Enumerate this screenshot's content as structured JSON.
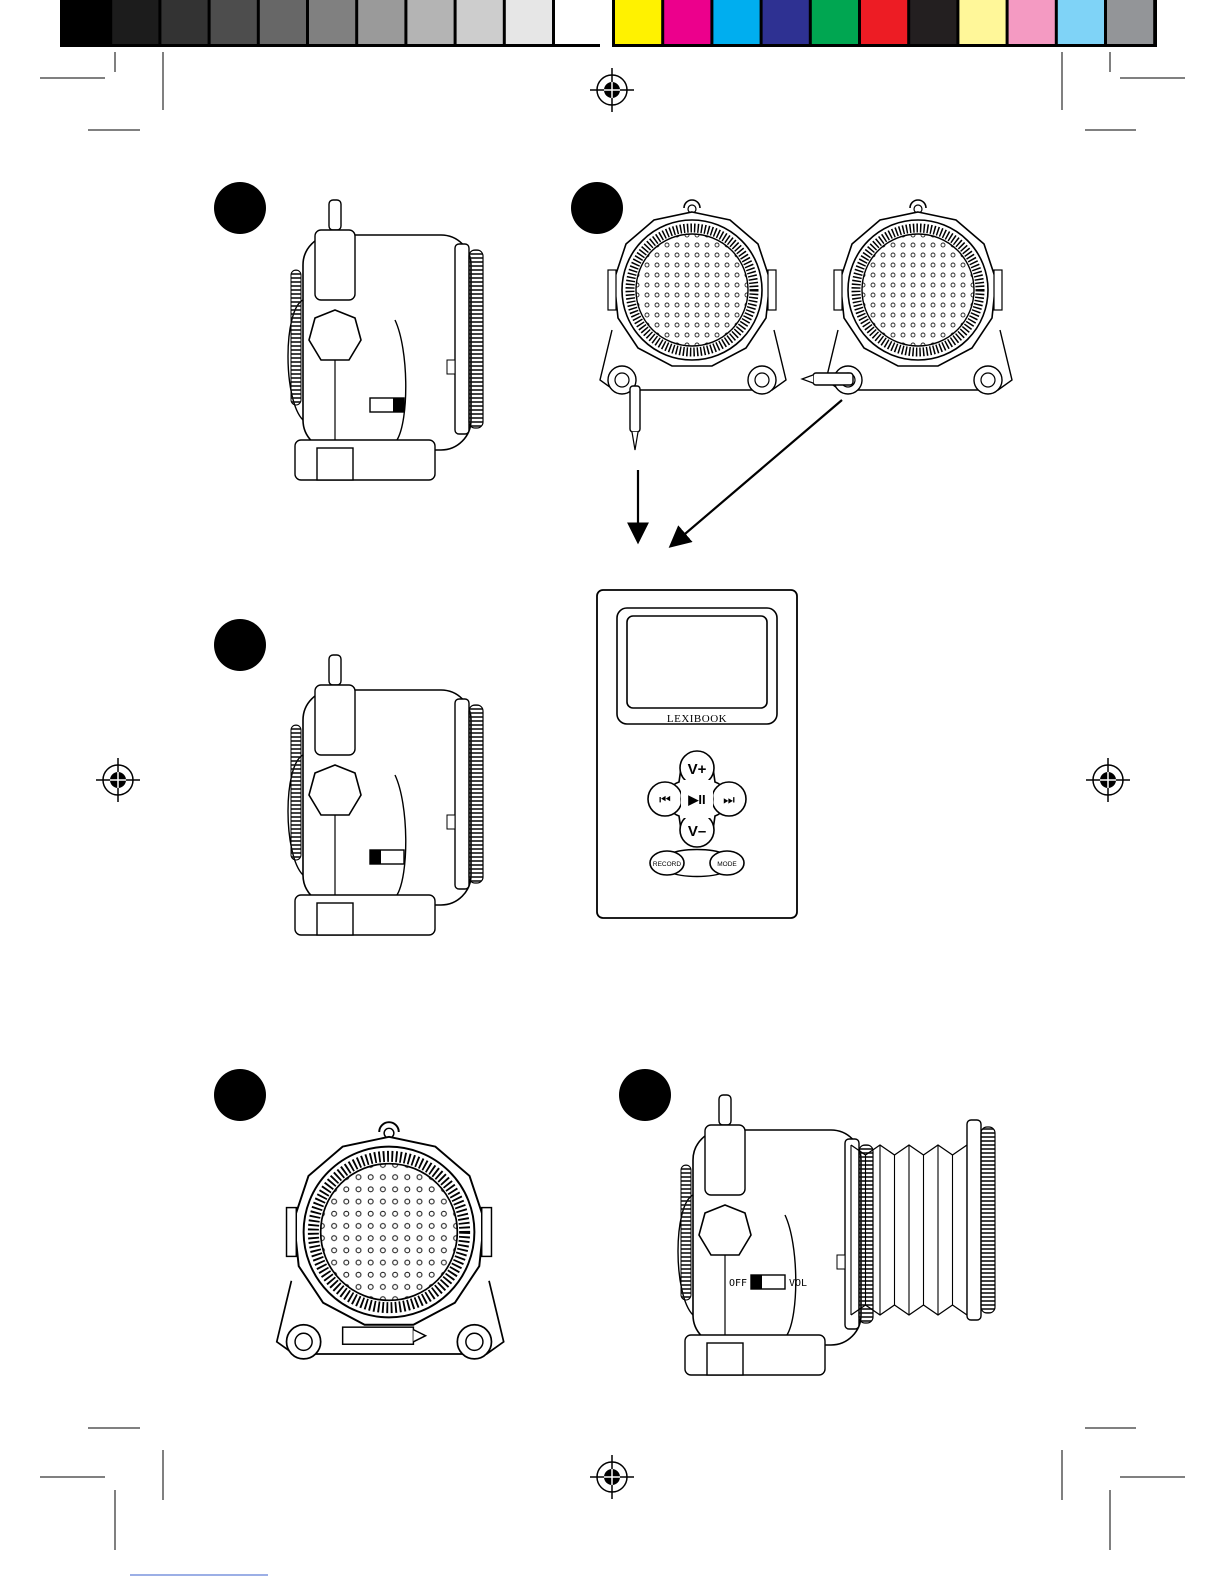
{
  "color_bar": {
    "grays": [
      "#000000",
      "#1c1c1c",
      "#333333",
      "#4d4d4d",
      "#676767",
      "#808080",
      "#9a9a9a",
      "#b4b4b4",
      "#cdcdcd",
      "#e6e6e6",
      "#ffffff"
    ],
    "colors": [
      "#fff200",
      "#ec008c",
      "#00aeef",
      "#2e3192",
      "#00a651",
      "#ed1c24",
      "#231f20",
      "#fff799",
      "#f49ac2",
      "#7fd3f7",
      "#939598"
    ]
  },
  "device": {
    "brand": "LEXIBOOK",
    "buttons": {
      "vol_up": "V+",
      "vol_down": "V–",
      "prev": "⏮",
      "play_pause": "▶II",
      "next": "⏭",
      "record": "RECORD",
      "mode": "MODE"
    }
  },
  "switch": {
    "off_label": "OFF",
    "vol_label": "VOL"
  }
}
